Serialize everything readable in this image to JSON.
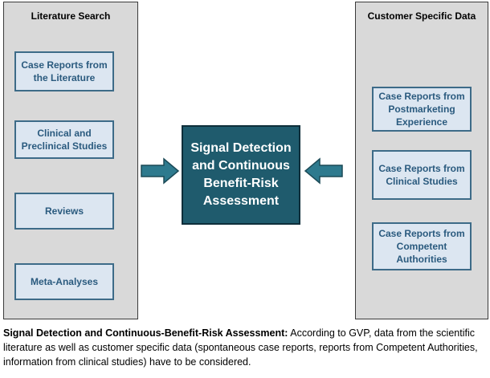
{
  "left_panel": {
    "title": "Literature Search",
    "items": [
      "Case Reports from the Literature",
      "Clinical and Preclinical Studies",
      "Reviews",
      "Meta-Analyses"
    ]
  },
  "center": {
    "label": "Signal Detection and Continuous Benefit-Risk Assessment"
  },
  "right_panel": {
    "title": "Customer Specific Data",
    "items": [
      "Case Reports from Postmarketing Experience",
      "Case Reports from Clinical Studies",
      "Case Reports from Competent Authorities"
    ]
  },
  "caption": {
    "bold": "Signal Detection and Continuous-Benefit-Risk Assessment:",
    "text": " According to GVP, data from the scientific literature as well as customer specific data (spontaneous case reports, reports from Competent Authorities, information from clinical studies) have to be considered."
  }
}
